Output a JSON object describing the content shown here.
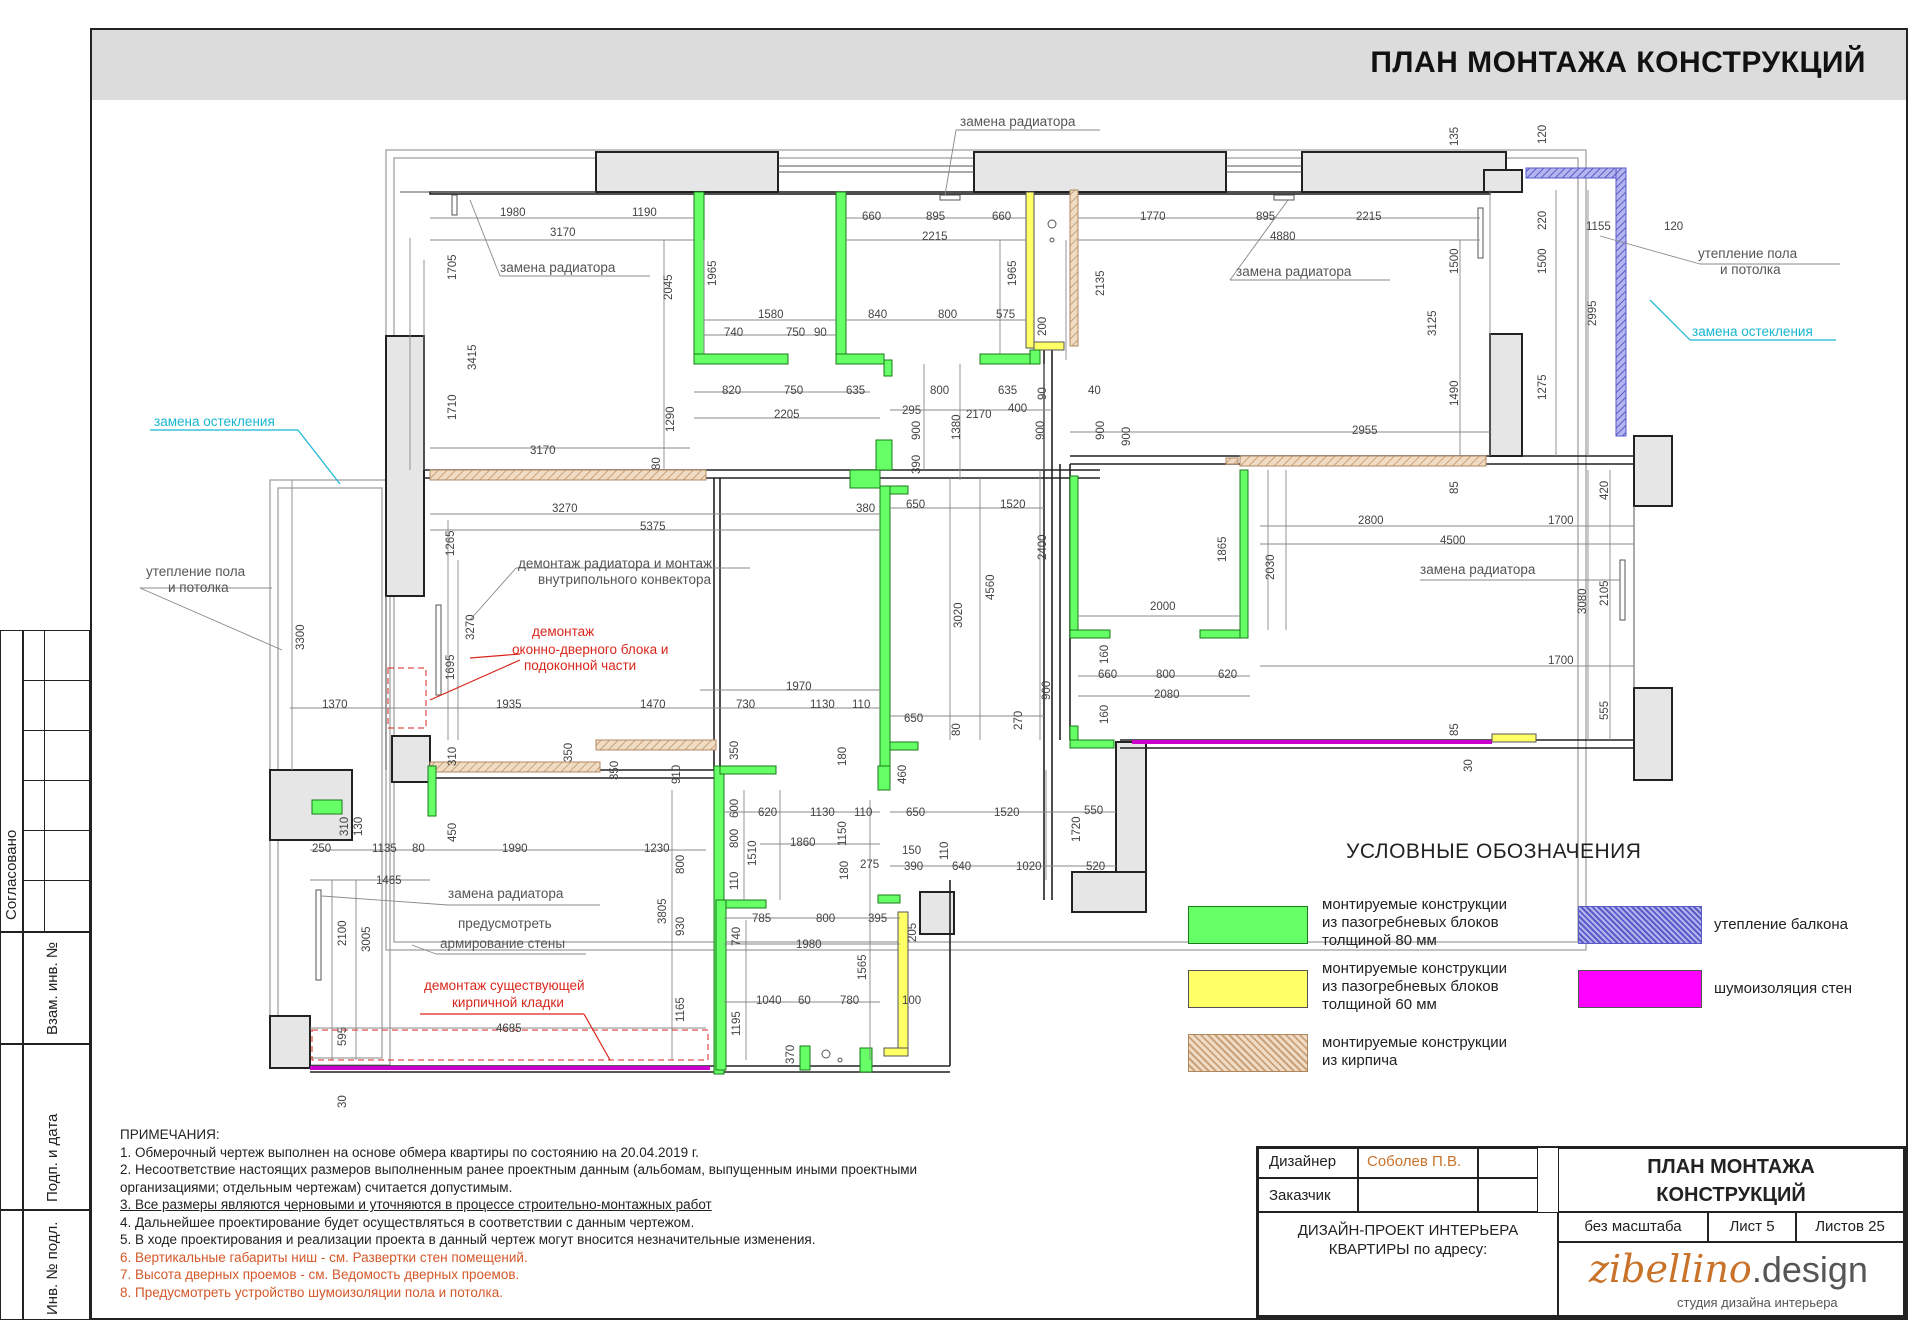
{
  "sheet": {
    "title": "ПЛАН МОНТАЖА КОНСТРУКЦИЙ"
  },
  "left_strip": {
    "agreed": "Согласовано",
    "inv_replace": "Взам. инв. №",
    "sign_date": "Подп. и дата",
    "inv_orig": "Инв. № подл."
  },
  "annotations": {
    "replace_radiator": "замена радиатора",
    "replace_glazing": "замена остекления",
    "insulation_floor_ceiling_1": "утепление пола",
    "insulation_floor_ceiling_2": "и потолка",
    "dismantle_radiator_1": "демонтаж  радиатора и монтаж",
    "dismantle_radiator_2": "внутрипольного конвектора",
    "dismantle_window_1": "демонтаж",
    "dismantle_window_2": "оконно-дверного блока и",
    "dismantle_window_3": "подоконной части",
    "reinforce_wall_1": "предусмотреть",
    "reinforce_wall_2": "армирование стены",
    "dismantle_brick_1": "демонтаж существующей",
    "dismantle_brick_2": "кирпичной кладки"
  },
  "dimensions": {
    "d1980": "1980",
    "d3170": "3170",
    "d1190": "1190",
    "d1705": "1705",
    "d2045": "2045",
    "d3415": "3415",
    "d1710": "1710",
    "d1290": "1290",
    "d3170b": "3170",
    "d80": "80",
    "d1965": "1965",
    "d1580": "1580",
    "d740": "740",
    "d750": "750",
    "d90": "90",
    "d820": "820",
    "d750b": "750",
    "d635": "635",
    "d2205": "2205",
    "d660": "660",
    "d895": "895",
    "d660b": "660",
    "d2215": "2215",
    "d1965b": "1965",
    "d840": "840",
    "d800": "800",
    "d575": "575",
    "d200": "200",
    "d800b": "800",
    "d635b": "635",
    "d295": "295",
    "d2170": "2170",
    "d400": "400",
    "d40": "40",
    "d900": "900",
    "d900b": "900",
    "d1380": "1380",
    "d390": "390",
    "d1770": "1770",
    "d895b": "895",
    "d2215b": "2215",
    "d4880": "4880",
    "d2135": "2135",
    "d135": "135",
    "d120": "120",
    "d220": "220",
    "d1500": "1500",
    "d1500b": "1500",
    "d1155": "1155",
    "d120b": "120",
    "d2995": "2995",
    "d3125": "3125",
    "d1490": "1490",
    "d1275": "1275",
    "d2955": "2955",
    "d85": "85",
    "d420": "420",
    "d3270": "3270",
    "d5375": "5375",
    "d380": "380",
    "d650": "650",
    "d1520": "1520",
    "d1265": "1265",
    "d3270b": "3270",
    "d1695": "1695",
    "d3300": "3300",
    "d4560": "4560",
    "d2400": "2400",
    "d3020": "3020",
    "d2800": "2800",
    "d1700": "1700",
    "d4500": "4500",
    "d1865": "1865",
    "d2030": "2030",
    "d3080": "3080",
    "d2105": "2105",
    "d2000": "2000",
    "d160": "160",
    "d660c": "660",
    "d800c": "800",
    "d620": "620",
    "d2080": "2080",
    "d1700b": "1700",
    "d555": "555",
    "d1370": "1370",
    "d1935": "1935",
    "d1470": "1470",
    "d730": "730",
    "d1130": "1130",
    "d110": "110",
    "d1970": "1970",
    "d650b": "650",
    "d270": "270",
    "d900c": "900",
    "d160b": "160",
    "d85b": "85",
    "d30": "30",
    "d310": "310",
    "d350": "350",
    "d350b": "350",
    "d910": "910",
    "d350c": "350",
    "d180": "180",
    "d460": "460",
    "d80b": "80",
    "d600": "600",
    "d620b": "620",
    "d1130b": "1130",
    "d110b": "110",
    "d650c": "650",
    "d1520b": "1520",
    "d550": "550",
    "d1720": "1720",
    "d1150": "1150",
    "d1860": "1860",
    "d250": "250",
    "d310b": "310",
    "d130": "130",
    "d1135": "1135",
    "d80c": "80",
    "d450": "450",
    "d1990": "1990",
    "d1230": "1230",
    "d1465": "1465",
    "d800d": "800",
    "d1510": "1510",
    "d110c": "110",
    "d180b": "180",
    "d275": "275",
    "d150": "150",
    "d390b": "390",
    "d640": "640",
    "d110d": "110",
    "d1020": "1020",
    "d520": "520",
    "d2100": "2100",
    "d3005": "3005",
    "d3805": "3805",
    "d930": "930",
    "d785": "785",
    "d800e": "800",
    "d395": "395",
    "d740b": "740",
    "d1980b": "1980",
    "d205": "205",
    "d1565": "1565",
    "d1040": "1040",
    "d60": "60",
    "d780": "780",
    "d100": "100",
    "d1195": "1195",
    "d370": "370",
    "d1165": "1165",
    "d4685": "4685",
    "d595": "595",
    "d30b": "30"
  },
  "legend": {
    "title": "УСЛОВНЫЕ ОБОЗНАЧЕНИЯ",
    "items": [
      {
        "label_1": "монтируемые конструкции",
        "label_2": "из пазогребневых блоков",
        "label_3": "толщиной 80 мм",
        "color": "#66ff66"
      },
      {
        "label_1": "монтируемые конструкции",
        "label_2": "из пазогребневых блоков",
        "label_3": "толщиной 60 мм",
        "color": "#ffff66"
      },
      {
        "label_1": "монтируемые конструкции",
        "label_2": "из кирпича",
        "label_3": "",
        "color": "#e8c9a8"
      },
      {
        "label_1": "утепление балкона",
        "label_2": "",
        "label_3": "",
        "color": "#8c8cd9"
      },
      {
        "label_1": "шумоизоляция стен",
        "label_2": "",
        "label_3": "",
        "color": "#ff00ff"
      }
    ]
  },
  "notes": {
    "heading": "ПРИМЕЧАНИЯ:",
    "n1": "1. Обмерочный чертеж выполнен на основе обмера квартиры по состоянию на 20.04.2019 г.",
    "n2a": "2. Несоответствие настоящих размеров выполненным ранее проектным данным (альбомам, выпущенным иными проектными",
    "n2b": "организациями; отдельным чертежам) считается допустимым.",
    "n3": "3. Все размеры являются черновыми и уточняются в процессе строительно-монтажных работ",
    "n4": "4. Дальнейшее проектирование будет осуществляться в соответствии с данным чертежом.",
    "n5": "5. В ходе проектирования и реализации проекта в данный чертеж могут вносится незначительные изменения.",
    "n6": "6. Вертикальные габариты ниш - см. Развертки стен помещений.",
    "n7": "7. Высота дверных проемов - см. Ведомость дверных проемов.",
    "n8": "8. Предусмотреть устройство шумоизоляции пола и потолка."
  },
  "title_block": {
    "designer_label": "Дизайнер",
    "designer_name": "Соболев П.В.",
    "client_label": "Заказчик",
    "project_1": "ДИЗАЙН-ПРОЕКТ ИНТЕРЬЕРА",
    "project_2": "КВАРТИРЫ по адресу:",
    "sheet_title_1": "ПЛАН МОНТАЖА",
    "sheet_title_2": "КОНСТРУКЦИЙ",
    "scale": "без масштаба",
    "sheet_no": "Лист 5",
    "sheets_total": "Листов 25",
    "logo_main": "zibellino",
    "logo_dot": ".design",
    "logo_sub": "студия дизайна интерьера"
  },
  "colors": {
    "partition_80": "#66ff66",
    "partition_60": "#ffff66",
    "brick": "#e8c9a8",
    "balcony_insulation": "#8c8cd9",
    "sound_insulation": "#ff00ff",
    "glazing_note": "#16b6cf",
    "demolition_note": "#d9261c",
    "wall_fill": "#e6e6e6"
  }
}
